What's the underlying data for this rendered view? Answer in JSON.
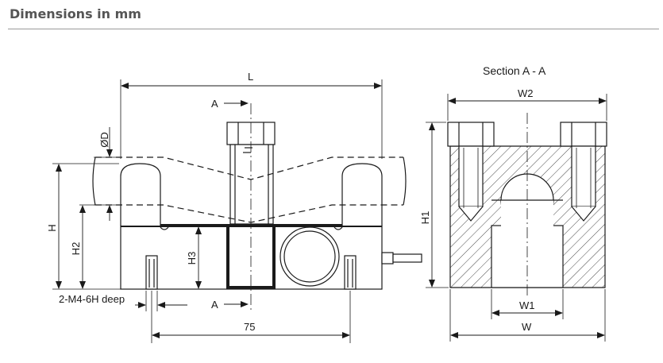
{
  "header": {
    "title": "Dimensions in mm"
  },
  "side_view": {
    "labels": {
      "L": "L",
      "A_top": "A",
      "A_bottom": "A",
      "D": "ØD",
      "H": "H",
      "H2": "H2",
      "H3": "H3",
      "thread": "2-M4-6H deep",
      "dim_75": "75"
    }
  },
  "section_view": {
    "title": "Section A - A",
    "labels": {
      "W2": "W2",
      "H1": "H1",
      "W1": "W1",
      "W": "W"
    }
  },
  "colors": {
    "line": "#1a1a1a",
    "title": "#555555",
    "rule": "#9a9a9a"
  }
}
